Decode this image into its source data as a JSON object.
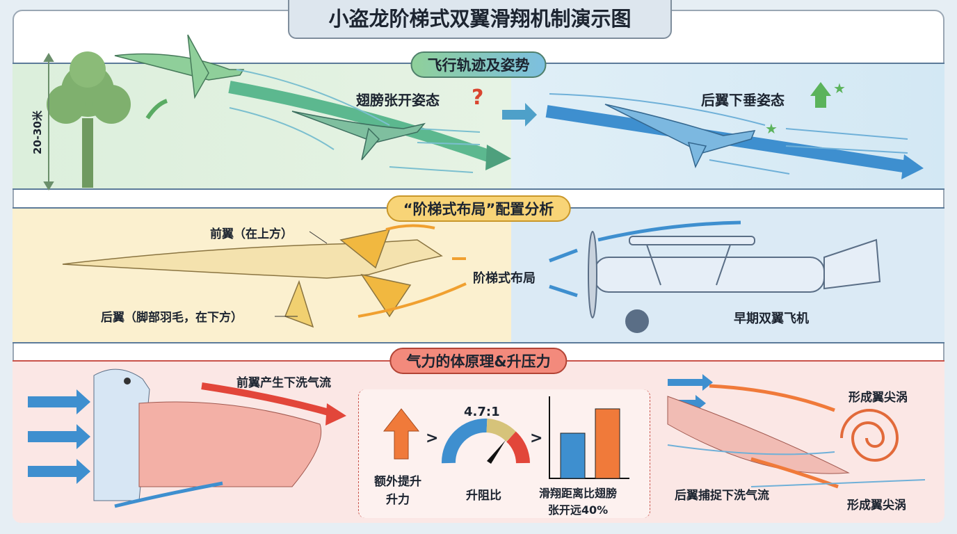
{
  "title": "小盗龙阶梯式双翼滑翔机制演示图",
  "section1": {
    "header": "飞行轨迹及姿势",
    "height_label": "20-30米",
    "left_caption": "翅膀张开姿态",
    "left_mark": "?",
    "right_caption": "后翼下垂姿态"
  },
  "section2": {
    "header": "“阶梯式布局”配置分析",
    "fore_wing": "前翼（在上方）",
    "hind_wing": "后翼（脚部羽毛，在下方）",
    "staggered": "阶梯式布局",
    "biplane": "早期双翼飞机"
  },
  "section3": {
    "header": "气力的体原理&升压力",
    "downwash": "前翼产生下洗气流",
    "lift_label": "额外提升\n升力",
    "lift_line1": "额外提升",
    "lift_line2": "升力",
    "gt1": ">",
    "ratio": "4.7:1",
    "ratio_label": "升阻比",
    "gt2": ">",
    "glide_line1": "滑翔距离比翅膀",
    "glide_line2": "张开远40%",
    "vortex_top": "形成翼尖涡",
    "capture": "后翼捕捉下洗气流",
    "vortex_bottom": "形成翼尖涡"
  },
  "colors": {
    "green": "#6cbf7c",
    "blue": "#3e8fcf",
    "orange": "#f07a3a",
    "red": "#e2463a",
    "yellow": "#f3c14d"
  }
}
